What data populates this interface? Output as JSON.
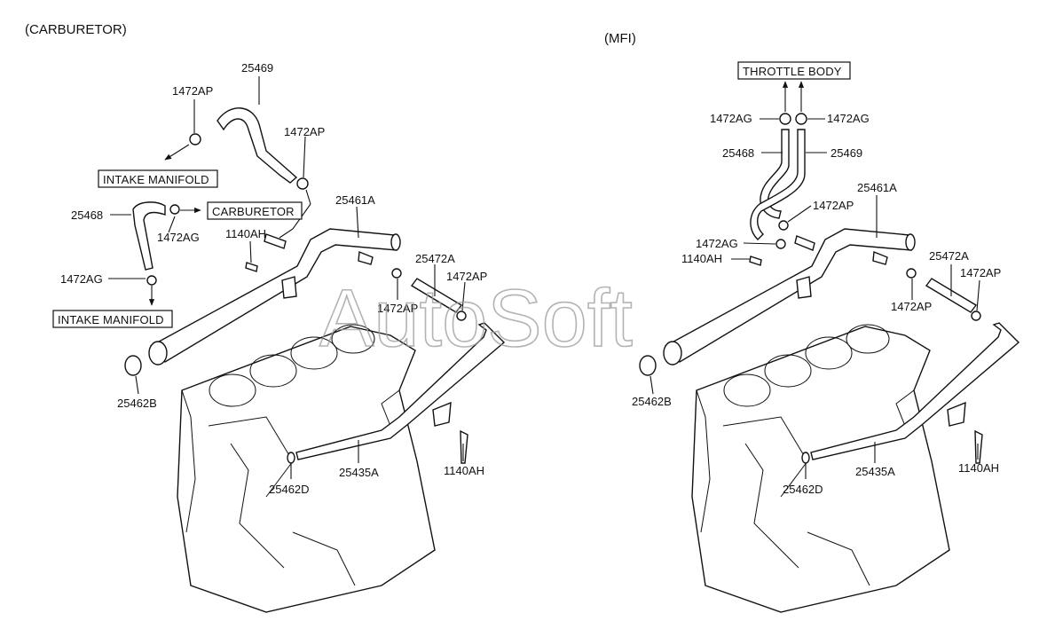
{
  "watermark": "AutoSoft",
  "left": {
    "title": "(CARBURETOR)",
    "box_intake_top": "INTAKE MANIFOLD",
    "box_carburetor": "CARBURETOR",
    "box_intake_bottom": "INTAKE MANIFOLD",
    "p25469": "25469",
    "p1472AP_a": "1472AP",
    "p1472AP_b": "1472AP",
    "p25468": "25468",
    "p1472AG_a": "1472AG",
    "p1472AG_b": "1472AG",
    "p25461A": "25461A",
    "p1140AH_a": "1140AH",
    "p25472A": "25472A",
    "p1472AP_c": "1472AP",
    "p1472AP_d": "1472AP",
    "p25462B": "25462B",
    "p25462D": "25462D",
    "p25435A": "25435A",
    "p1140AH_b": "1140AH"
  },
  "right": {
    "title": "(MFI)",
    "box_throttle": "THROTTLE BODY",
    "p1472AG_a": "1472AG",
    "p1472AG_b": "1472AG",
    "p25468": "25468",
    "p25469": "25469",
    "p25461A": "25461A",
    "p1472AP_a": "1472AP",
    "p1472AG_c": "1472AG",
    "p1140AH_a": "1140AH",
    "p25472A": "25472A",
    "p1472AP_b": "1472AP",
    "p1472AP_c": "1472AP",
    "p25462B": "25462B",
    "p25462D": "25462D",
    "p25435A": "25435A",
    "p1140AH_b": "1140AH"
  }
}
